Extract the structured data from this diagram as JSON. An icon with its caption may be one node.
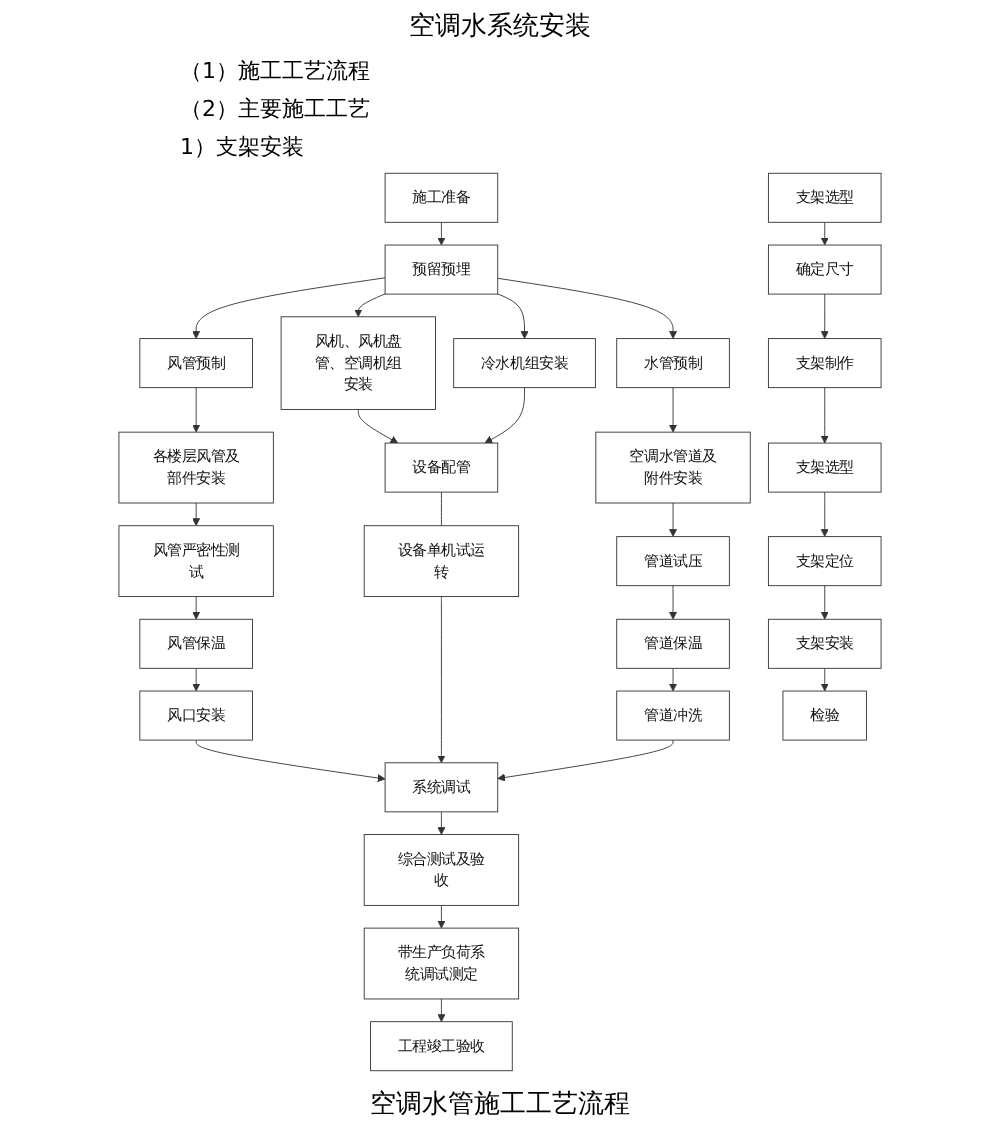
{
  "diagram": {
    "title": "空调水系统安装",
    "caption": "空调水管施工工艺流程",
    "nodes": [
      {
        "text": [
          "施工准备"
        ]
      },
      {
        "text": [
          "预留预埋"
        ]
      },
      {
        "text": [
          "风管预制"
        ]
      },
      {
        "text": [
          "风机、风机盘管、空调机组安装"
        ]
      },
      {
        "text": [
          "冷水机组安装"
        ]
      },
      {
        "text": [
          "水管预制"
        ]
      },
      {
        "text": [
          "各楼层风管及部件安装"
        ]
      },
      {
        "text": [
          "空调水管道及附件安装"
        ]
      },
      {
        "text": [
          "风管严密性测试"
        ]
      },
      {
        "text": [
          "设备配管"
        ]
      },
      {
        "text": [
          "管道试压"
        ]
      },
      {
        "text": [
          "风管保温"
        ]
      },
      {
        "text": [
          "管道保温"
        ]
      },
      {
        "text": [
          "风口安装"
        ]
      },
      {
        "text": [
          "设备单机试运转"
        ]
      },
      {
        "text": [
          "管道冲洗"
        ]
      },
      {
        "text": [
          "系统调试"
        ]
      },
      {
        "text": [
          "综合测试及验收"
        ]
      },
      {
        "text": [
          "带生产负荷系统调试测定"
        ]
      },
      {
        "text": [
          "工程竣工验收"
        ]
      },
      {
        "text": [
          "支架选型"
        ]
      },
      {
        "text": [
          "确定尺寸"
        ]
      },
      {
        "text": [
          "支架制作"
        ]
      },
      {
        "text": [
          "支架选型"
        ]
      },
      {
        "text": [
          "支架定位"
        ]
      },
      {
        "text": [
          "支架安装"
        ]
      },
      {
        "text": [
          "检验"
        ]
      }
    ],
    "edges": [
      {
        "from": 0,
        "to": 1,
        "arrow": "to"
      },
      {
        "from": 1,
        "to": 2,
        "arrow": "to"
      },
      {
        "from": 1,
        "to": 3,
        "arrow": "to"
      },
      {
        "from": 1,
        "to": 4,
        "arrow": "to"
      },
      {
        "from": 1,
        "to": 5,
        "arrow": "to"
      },
      {
        "from": 2,
        "to": 6,
        "arrow": "to"
      },
      {
        "from": 5,
        "to": 7,
        "arrow": "to"
      },
      {
        "from": 6,
        "to": 8,
        "arrow": "to"
      },
      {
        "from": 3,
        "to": 9,
        "arrow": "to"
      },
      {
        "from": 4,
        "to": 9,
        "arrow": "to"
      },
      {
        "from": 7,
        "to": 10,
        "arrow": "to"
      },
      {
        "from": 8,
        "to": 11,
        "arrow": "to"
      },
      {
        "from": 10,
        "to": 12,
        "arrow": "to"
      },
      {
        "from": 11,
        "to": 13,
        "arrow": "to"
      },
      {
        "from": 9,
        "to": 14,
        "arrow": "none"
      },
      {
        "from": 12,
        "to": 15,
        "arrow": "to"
      },
      {
        "from": 13,
        "to": 16,
        "arrow": "to"
      },
      {
        "from": 14,
        "to": 16,
        "arrow": "to"
      },
      {
        "from": 15,
        "to": 16,
        "arrow": "to"
      },
      {
        "from": 16,
        "to": 17,
        "arrow": "to"
      },
      {
        "from": 17,
        "to": 18,
        "arrow": "to"
      },
      {
        "from": 18,
        "to": 19,
        "arrow": "to"
      },
      {
        "from": 20,
        "to": 21,
        "arrow": "to"
      },
      {
        "from": 21,
        "to": 22,
        "arrow": "to"
      },
      {
        "from": 22,
        "to": 23,
        "arrow": "to"
      },
      {
        "from": 23,
        "to": 24,
        "arrow": "to"
      },
      {
        "from": 24,
        "to": 25,
        "arrow": "to"
      },
      {
        "from": 25,
        "to": 26,
        "arrow": "to"
      }
    ],
    "labels": [
      "（1）施工工艺流程",
      "（2）主要施工工艺",
      "1）支架安装"
    ]
  }
}
